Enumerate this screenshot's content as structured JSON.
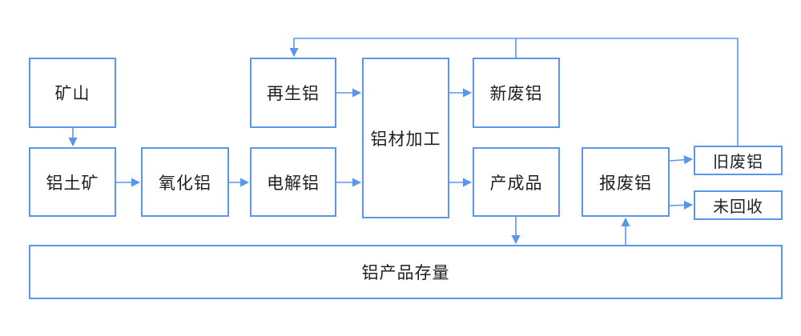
{
  "diagram": {
    "accent_color": "#5b96ec",
    "nodes": {
      "mine": "矿山",
      "bauxite": "铝土矿",
      "alumina": "氧化铝",
      "recycled_aluminum": "再生铝",
      "electrolytic_aluminum": "电解铝",
      "aluminum_processing": "铝材加工",
      "new_scrap": "新废铝",
      "products": "产成品",
      "end_of_life_scrap": "报废铝",
      "old_scrap": "旧废铝",
      "uncollected": "未回收",
      "product_stock": "铝产品存量"
    },
    "edges": [
      {
        "from": "mine",
        "to": "bauxite"
      },
      {
        "from": "bauxite",
        "to": "alumina"
      },
      {
        "from": "alumina",
        "to": "electrolytic_aluminum"
      },
      {
        "from": "recycled_aluminum",
        "to": "aluminum_processing"
      },
      {
        "from": "electrolytic_aluminum",
        "to": "aluminum_processing"
      },
      {
        "from": "aluminum_processing",
        "to": "new_scrap"
      },
      {
        "from": "aluminum_processing",
        "to": "products"
      },
      {
        "from": "new_scrap",
        "to": "recycled_aluminum"
      },
      {
        "from": "old_scrap",
        "to": "recycled_aluminum"
      },
      {
        "from": "products",
        "to": "product_stock"
      },
      {
        "from": "product_stock",
        "to": "end_of_life_scrap"
      },
      {
        "from": "end_of_life_scrap",
        "to": "old_scrap"
      },
      {
        "from": "end_of_life_scrap",
        "to": "uncollected"
      }
    ]
  }
}
